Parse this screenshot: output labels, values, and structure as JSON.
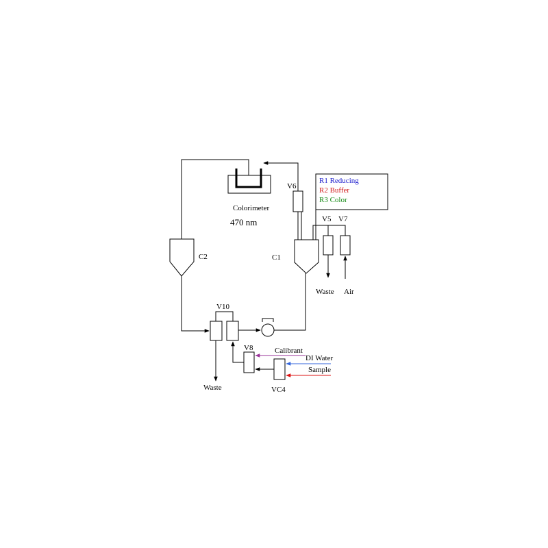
{
  "labels": {
    "colorimeter": "Colorimeter",
    "wavelength": "470  nm",
    "c1": "C1",
    "c2": "C2",
    "v5": "V5",
    "v6": "V6",
    "v7": "V7",
    "v8": "V8",
    "v10": "V10",
    "vc4": "VC4",
    "waste_right": "Waste",
    "air": "Air",
    "waste_bottom": "Waste",
    "calibrant": "Calibrant",
    "di_water": "DI Water",
    "sample": "Sample"
  },
  "reagents": [
    {
      "label": "R1 Reducing",
      "color": "#1a1acc"
    },
    {
      "label": "R2 Buffer",
      "color": "#d01818"
    },
    {
      "label": "R3 Color",
      "color": "#118811"
    }
  ],
  "inlet_colors": {
    "calibrant": "#993399",
    "di_water": "#3366dd",
    "sample": "#dd1111"
  }
}
